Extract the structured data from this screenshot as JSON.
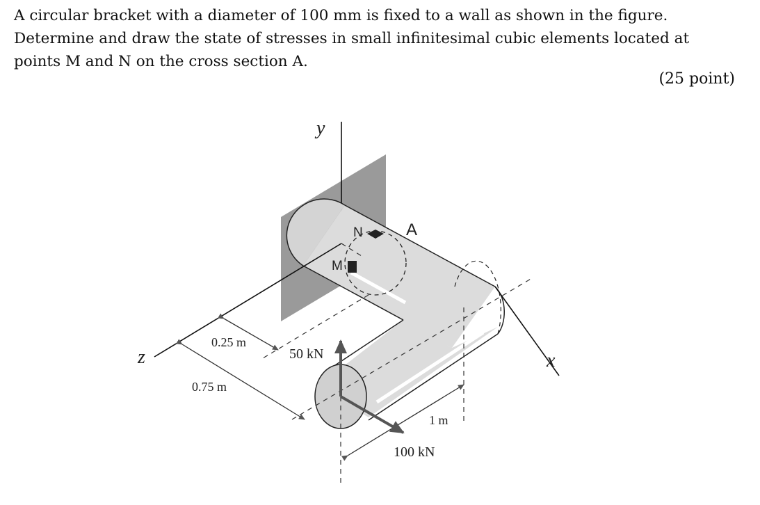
{
  "problem": {
    "lines": [
      "A circular bracket with a diameter of 100 mm is fixed to a wall as shown in the figure.",
      "Determine and draw the state of stresses in small infinitesimal cubic elements located at",
      "points M and N on the cross section A."
    ],
    "points": "(25 point)"
  },
  "figure": {
    "axis_y": "y",
    "axis_z": "z",
    "axis_x": "x",
    "point_n": "N",
    "point_m": "M",
    "section_a": "A",
    "dim_025": "0.25 m",
    "dim_075": "0.75 m",
    "dim_1": "1 m",
    "force_50": "50 kN",
    "force_100": "100 kN"
  }
}
